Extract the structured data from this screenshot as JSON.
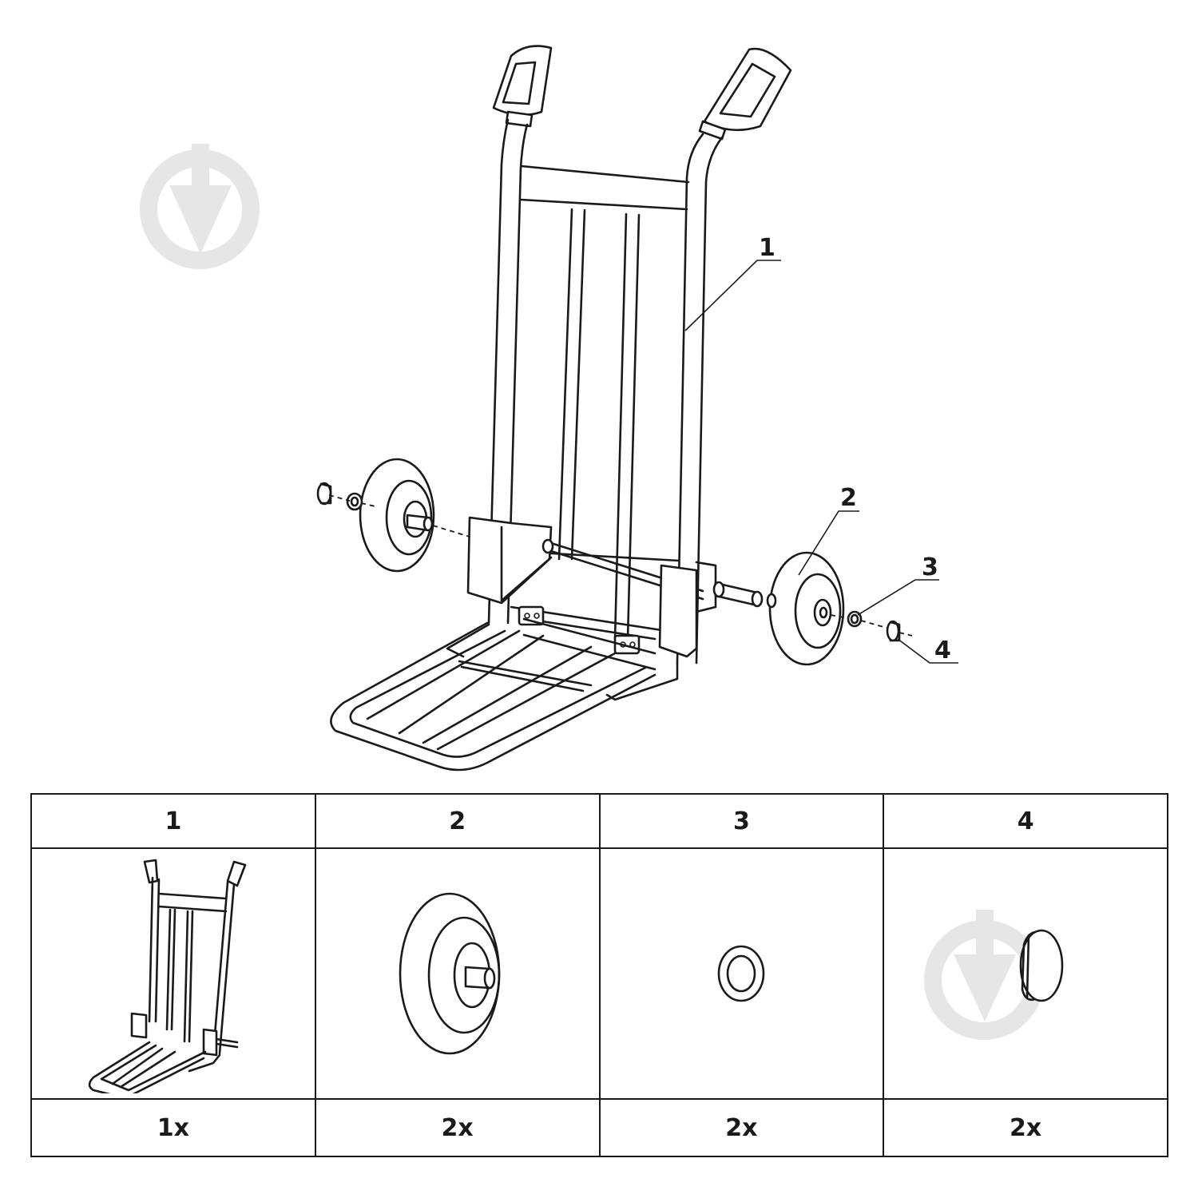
{
  "callouts": {
    "c1": "1",
    "c2": "2",
    "c3": "3",
    "c4": "4"
  },
  "parts": [
    {
      "number": "1",
      "quantity": "1x",
      "icon": "hand-truck-frame-icon"
    },
    {
      "number": "2",
      "quantity": "2x",
      "icon": "wheel-icon"
    },
    {
      "number": "3",
      "quantity": "2x",
      "icon": "washer-icon"
    },
    {
      "number": "4",
      "quantity": "2x",
      "icon": "axle-cap-icon"
    }
  ],
  "colors": {
    "line": "#1a1a1a",
    "watermark": "#e6e6e6",
    "background": "#ffffff"
  }
}
